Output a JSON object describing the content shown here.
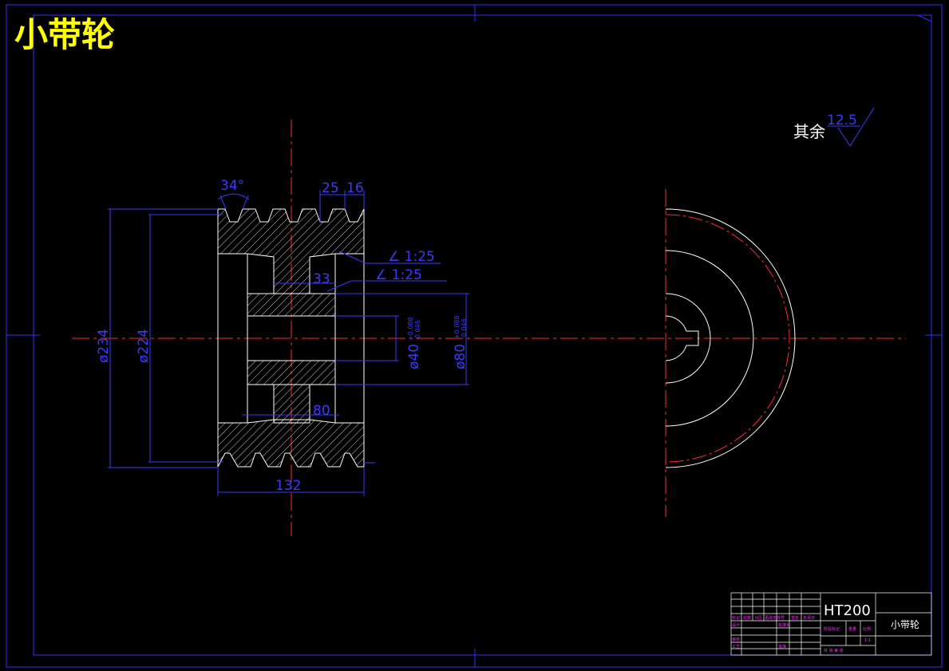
{
  "drawing": {
    "title": "小带轮",
    "surface_note_prefix": "其余",
    "surface_note_value": "12.5",
    "colors": {
      "background": "#000000",
      "frame": "#3030ff",
      "outline": "#ffffff",
      "dimension": "#3a3aff",
      "centerline": "#ff2a2a",
      "title": "#ffff00",
      "titleblock_text": "#ff33ff"
    }
  },
  "dimensions": {
    "angle": "34°",
    "groove_pitch": "25",
    "groove_edge": "16",
    "taper_upper": "∠ 1:25",
    "taper_lower": "∠ 1:25",
    "web": "33",
    "outer_dia": "ø234",
    "pitch_dia": "ø224",
    "bore_dia": "ø40",
    "bore_tol_upper": "+0.088",
    "bore_tol_lower": "-0.046",
    "hub_dia": "ø80",
    "hub_tol_upper": "+0.088",
    "hub_tol_lower": "-0.046",
    "hub_length": "80",
    "total_width": "132"
  },
  "title_block": {
    "material": "HT200",
    "part_name": "小带轮",
    "row_labels": [
      "标记",
      "处数",
      "分区",
      "更改文件号",
      "签名",
      "年月日"
    ],
    "design": "设计",
    "standard": "标准化",
    "check": "审核",
    "process": "工艺",
    "approve": "批准",
    "stage": "阶段标记",
    "weight": "重量",
    "scale": "比例",
    "scale_value": "1:1",
    "sheets": "共 张 第 张"
  }
}
